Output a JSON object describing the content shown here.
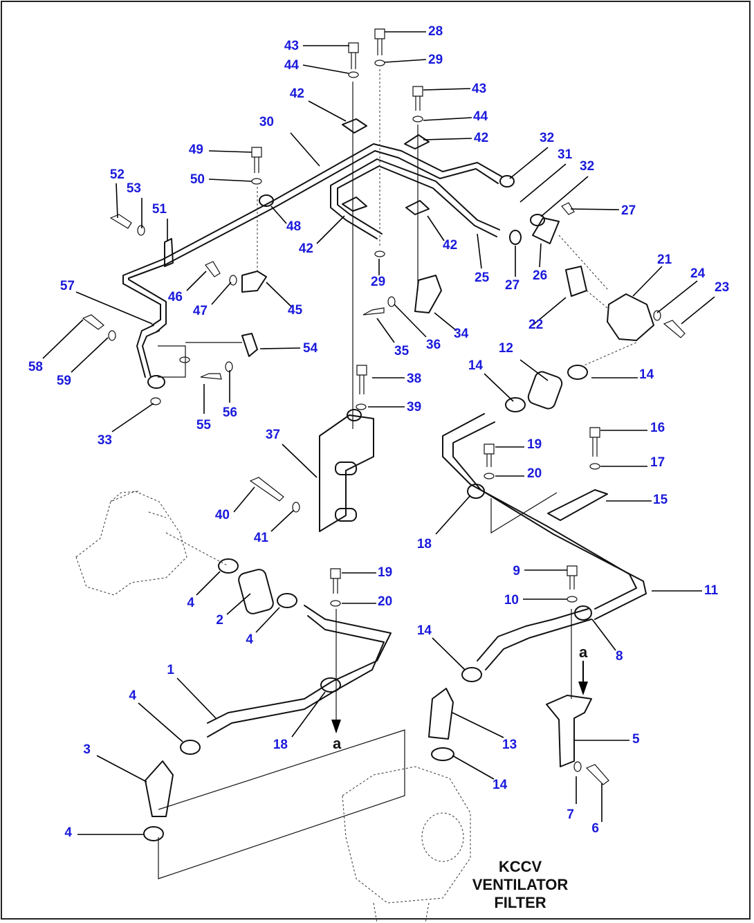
{
  "diagram": {
    "callouts": [
      "43",
      "28",
      "44",
      "29",
      "42",
      "43",
      "44",
      "30",
      "42",
      "49",
      "32",
      "31",
      "32",
      "50",
      "52",
      "53",
      "51",
      "48",
      "27",
      "42",
      "42",
      "25",
      "27",
      "26",
      "21",
      "46",
      "29",
      "24",
      "23",
      "47",
      "45",
      "57",
      "22",
      "34",
      "35",
      "36",
      "58",
      "59",
      "54",
      "14",
      "12",
      "14",
      "38",
      "33",
      "55",
      "56",
      "39",
      "16",
      "19",
      "37",
      "17",
      "20",
      "40",
      "15",
      "41",
      "18",
      "11",
      "19",
      "9",
      "4",
      "20",
      "2",
      "10",
      "4",
      "8",
      "14",
      "1",
      "4",
      "18",
      "13",
      "3",
      "5",
      "14",
      "7",
      "4",
      "6"
    ],
    "pointer_a": "a",
    "caption_lines": [
      "KCCV",
      "VENTILATOR",
      "FILTER"
    ]
  }
}
